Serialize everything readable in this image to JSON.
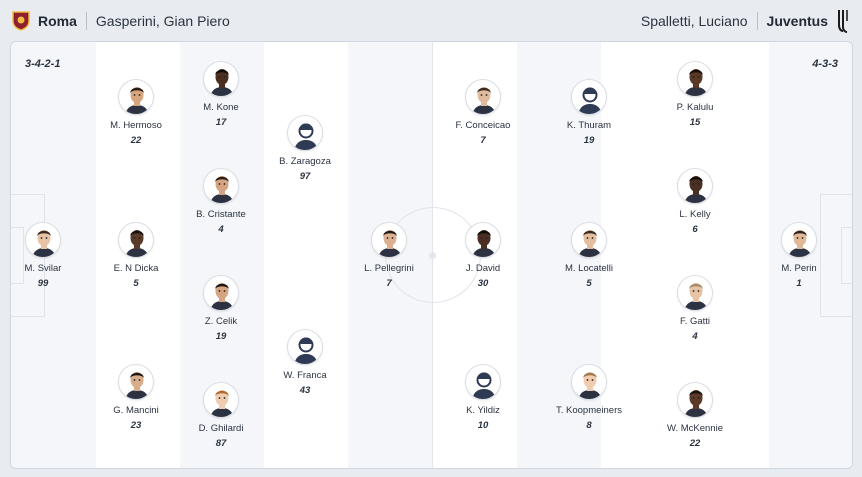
{
  "home": {
    "name": "Roma",
    "coach": "Gasperini, Gian Piero",
    "formation": "3-4-2-1",
    "crest_color": "#8e1f2f",
    "crest_accent": "#f0bc42",
    "players": [
      {
        "name": "M. Svilar",
        "number": "99",
        "skin": "#e8c4a6",
        "hair": "#3a2a20"
      },
      {
        "name": "M. Hermoso",
        "number": "22",
        "skin": "#d7a67f",
        "hair": "#2a1c14"
      },
      {
        "name": "E. N Dicka",
        "number": "5",
        "skin": "#5a3a28",
        "hair": "#1a1210"
      },
      {
        "name": "G. Mancini",
        "number": "23",
        "skin": "#d9ad8a",
        "hair": "#1f1712"
      },
      {
        "name": "M. Kone",
        "number": "17",
        "skin": "#4a2e20",
        "hair": "#120c08"
      },
      {
        "name": "B. Cristante",
        "number": "4",
        "skin": "#d3a382",
        "hair": "#2a1d16"
      },
      {
        "name": "Z. Celik",
        "number": "19",
        "skin": "#d5a583",
        "hair": "#1c1410"
      },
      {
        "name": "D. Ghilardi",
        "number": "87",
        "skin": "#efcdb3",
        "hair": "#b06a2e"
      },
      {
        "name": "B. Zaragoza",
        "number": "97",
        "skin": "",
        "hair": ""
      },
      {
        "name": "W. Franca",
        "number": "43",
        "skin": "",
        "hair": ""
      },
      {
        "name": "L. Pellegrini",
        "number": "7",
        "skin": "#dcb091",
        "hair": "#231a15"
      }
    ]
  },
  "away": {
    "name": "Juventus",
    "coach": "Spalletti, Luciano",
    "formation": "4-3-3",
    "crest_color": "#1a1a1a",
    "players": [
      {
        "name": "J. David",
        "number": "30",
        "skin": "#4b2e21",
        "hair": "#120c08"
      },
      {
        "name": "F. Conceicao",
        "number": "7",
        "skin": "#e1bb9d",
        "hair": "#3b2a1e"
      },
      {
        "name": "K. Yildiz",
        "number": "10",
        "skin": "",
        "hair": ""
      },
      {
        "name": "K. Thuram",
        "number": "19",
        "skin": "",
        "hair": ""
      },
      {
        "name": "M. Locatelli",
        "number": "5",
        "skin": "#e3bf9f",
        "hair": "#3b2a1e"
      },
      {
        "name": "T. Koopmeiners",
        "number": "8",
        "skin": "#f0cdb0",
        "hair": "#a07a4e"
      },
      {
        "name": "P. Kalulu",
        "number": "15",
        "skin": "#5a3826",
        "hair": "#16100c"
      },
      {
        "name": "L. Kelly",
        "number": "6",
        "skin": "#4a2f22",
        "hair": "#120c08"
      },
      {
        "name": "F. Gatti",
        "number": "4",
        "skin": "#e7c4a6",
        "hair": "#a58c6c"
      },
      {
        "name": "W. McKennie",
        "number": "22",
        "skin": "#5b3a28",
        "hair": "#1a120c"
      },
      {
        "name": "M. Perin",
        "number": "1",
        "skin": "#e0b999",
        "hair": "#2f231b"
      }
    ]
  }
}
